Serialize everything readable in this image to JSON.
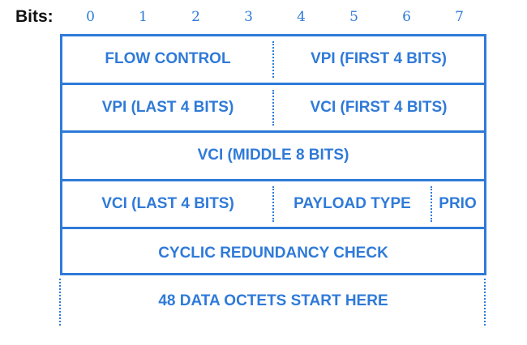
{
  "bits_label": "Bits:",
  "bit_numbers": [
    "0",
    "1",
    "2",
    "3",
    "4",
    "5",
    "6",
    "7"
  ],
  "rows": [
    {
      "cells": [
        {
          "text": "FLOW CONTROL",
          "bits": 4
        },
        {
          "text": "VPI (FIRST 4 BITS)",
          "bits": 4
        }
      ]
    },
    {
      "cells": [
        {
          "text": "VPI (LAST 4 BITS)",
          "bits": 4
        },
        {
          "text": "VCI (FIRST 4 BITS)",
          "bits": 4
        }
      ]
    },
    {
      "cells": [
        {
          "text": "VCI (MIDDLE 8 BITS)",
          "bits": 8
        }
      ]
    },
    {
      "cells": [
        {
          "text": "VCI (LAST 4 BITS)",
          "bits": 4
        },
        {
          "text": "PAYLOAD TYPE",
          "bits": 3
        },
        {
          "text": "PRIO",
          "bits": 1
        }
      ]
    },
    {
      "cells": [
        {
          "text": "CYCLIC REDUNDANCY CHECK",
          "bits": 8
        }
      ]
    }
  ],
  "data_start": "48 DATA OCTETS START HERE",
  "colors": {
    "accent": "#2f7ad8",
    "label": "#111111"
  }
}
